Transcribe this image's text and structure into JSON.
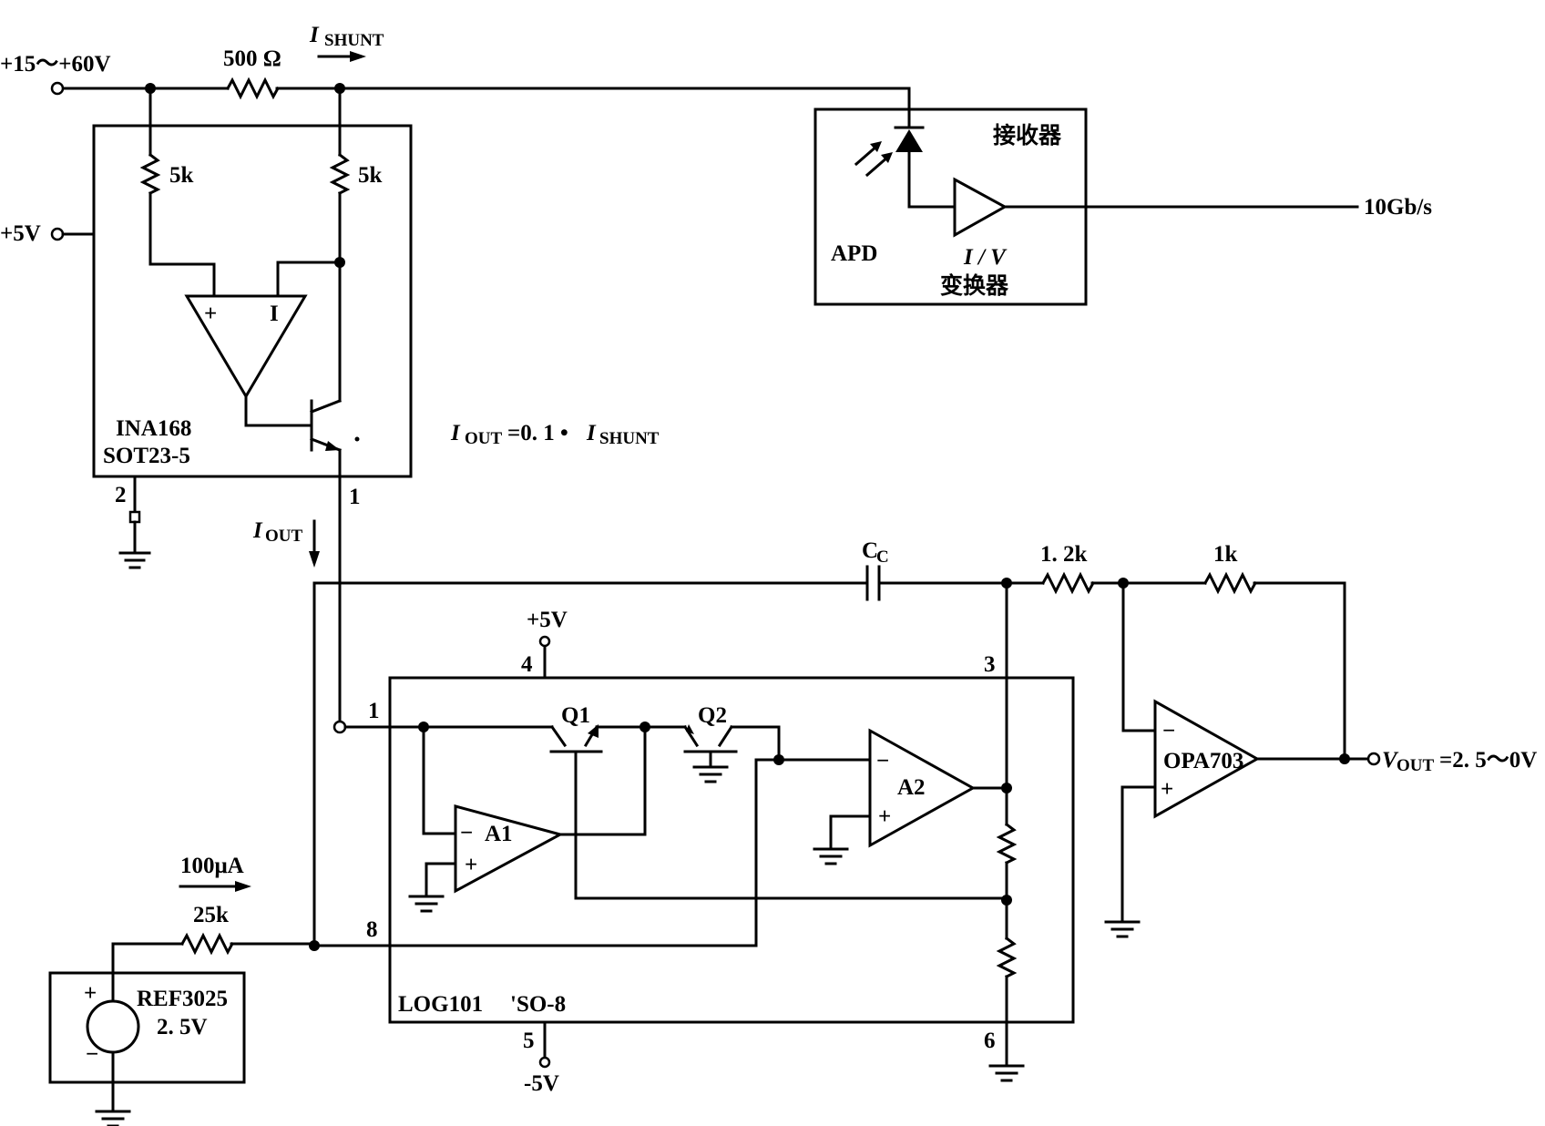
{
  "supply": {
    "input_range": "+15～+60V",
    "plus5v_ina": "+5V",
    "plus5v_log": "+5V",
    "minus5v_log": "-5V"
  },
  "shunt": {
    "resistor": "500 Ω",
    "current_label": "I",
    "current_sub": "SHUNT"
  },
  "ina168": {
    "name": "INA168",
    "package": "SOT23-5",
    "r_left": "5k",
    "r_right": "5k",
    "pin_gnd": "2",
    "pin_out": "1",
    "opamp_plus": "+",
    "opamp_minus": "I",
    "out_current_label": "I",
    "out_current_sub": "OUT"
  },
  "equation": {
    "lhs": "I",
    "lhs_sub": "OUT",
    "mid": "=0. 1 •",
    "rhs": "I",
    "rhs_sub": "SHUNT"
  },
  "receiver": {
    "title": "接收器",
    "apd": "APD",
    "iv_label": "I / V",
    "iv_sub": "变换器",
    "output": "10Gb/s"
  },
  "log101": {
    "name": "LOG101",
    "package": "'SO-8",
    "pin1": "1",
    "pin3": "3",
    "pin4": "4",
    "pin5": "5",
    "pin6": "6",
    "pin8": "8",
    "q1": "Q1",
    "q2": "Q2",
    "a1": "A1",
    "a2": "A2"
  },
  "feedback": {
    "cap": "C",
    "cap_sub": "C",
    "r1": "1. 2k",
    "r2": "1k"
  },
  "output_amp": {
    "name": "OPA703",
    "vout_label": "V",
    "vout_sub": "OUT",
    "vout_range": "=2. 5～0V"
  },
  "reference": {
    "name": "REF3025",
    "voltage": "2. 5V",
    "current": "100μA",
    "resistor": "25k"
  },
  "opamp_signs": {
    "plus": "+",
    "minus": "−"
  }
}
